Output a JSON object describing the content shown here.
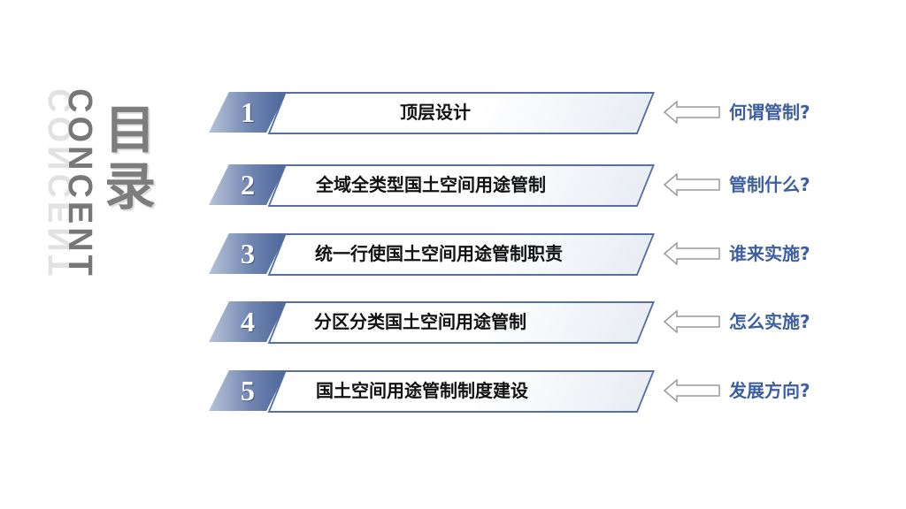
{
  "title": "目录",
  "subtitle_en": "CONCENT",
  "items": [
    {
      "num": "1",
      "label": "顶层设计",
      "question": "何谓管制?"
    },
    {
      "num": "2",
      "label": "全域全类型国土空间用途管制",
      "question": "管制什么?"
    },
    {
      "num": "3",
      "label": "统一行使国土空间用途管制职责",
      "question": "谁来实施?"
    },
    {
      "num": "4",
      "label": "分区分类国土空间用途管制",
      "question": "怎么实施?"
    },
    {
      "num": "5",
      "label": "国土空间用途管制制度建设",
      "question": "发展方向?"
    }
  ],
  "colors": {
    "accent": "#4b6699",
    "question": "#3d5f9e",
    "title": "#7d7d7d"
  },
  "icons": [
    "left-arrow-icon"
  ]
}
